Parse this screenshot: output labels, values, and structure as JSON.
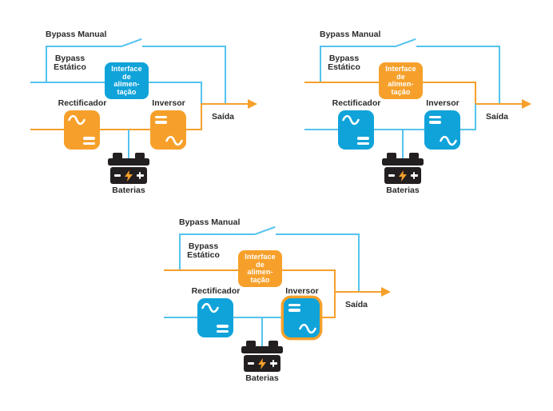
{
  "colors": {
    "orange": "#F6A02B",
    "blue_line": "#54C3EE",
    "blue_box": "#10A3DA",
    "dark": "#231F20",
    "text": "#2B2A29"
  },
  "labels": {
    "bypass_manual": "Bypass Manual",
    "bypass_estatico": "Bypass\nEstático",
    "interface": "Interface\nde\nalimen-\ntação",
    "rectifier": "Rectificador",
    "inverter": "Inversor",
    "output": "Saída",
    "batteries": "Baterias"
  },
  "diagrams": [
    {
      "position": "top-left",
      "variant": "rectifier-inverter-path-orange",
      "interface_box_color": "blue",
      "converter_boxes_color": "orange",
      "inverter_outline": false
    },
    {
      "position": "top-right",
      "variant": "static-bypass-path-orange",
      "interface_box_color": "orange",
      "converter_boxes_color": "blue",
      "inverter_outline": false
    },
    {
      "position": "bottom-center",
      "variant": "interface-orange-inverter-outlined",
      "interface_box_color": "orange",
      "converter_boxes_color": "blue",
      "inverter_outline": true
    }
  ]
}
